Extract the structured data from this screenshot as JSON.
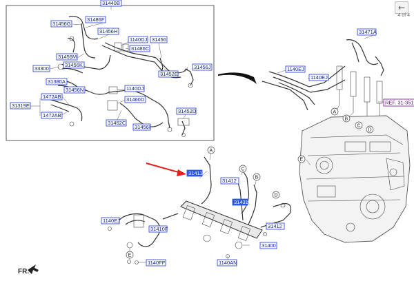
{
  "navigation": {
    "back_icon": "arrow-left-icon",
    "page_counter": "4 of 4"
  },
  "orientation": {
    "label": "FR."
  },
  "reference": {
    "label": "REF. 31-351"
  },
  "inset": {
    "header": "31440B",
    "labels": [
      "31456G",
      "31486F",
      "31456H",
      "1140DJ",
      "31456",
      "31486C",
      "31456M",
      "31456J",
      "33300",
      "31456K",
      "31452E",
      "31380A",
      "31456N",
      "1140DJ",
      "1472AB",
      "31460D",
      "31319E",
      "1472AB",
      "31452D",
      "31452C",
      "31456I"
    ]
  },
  "main": {
    "highlighted_labels": [
      "31411",
      "31431"
    ],
    "labels": [
      "31471A",
      "1140EJ",
      "1140EJ",
      "31412",
      "31412",
      "1140EJ",
      "31410F",
      "31400",
      "1140AN",
      "1140FF"
    ],
    "circle_tags": [
      "A",
      "B",
      "C",
      "D",
      "E",
      "A",
      "C",
      "B",
      "E",
      "D"
    ]
  },
  "colors": {
    "label_border": "#1d36d6",
    "label_text": "#0b1f8a",
    "highlight_fill": "#2a56e6",
    "pointer_arrow": "#e51c1c",
    "reference_border": "#8a1fa8"
  }
}
